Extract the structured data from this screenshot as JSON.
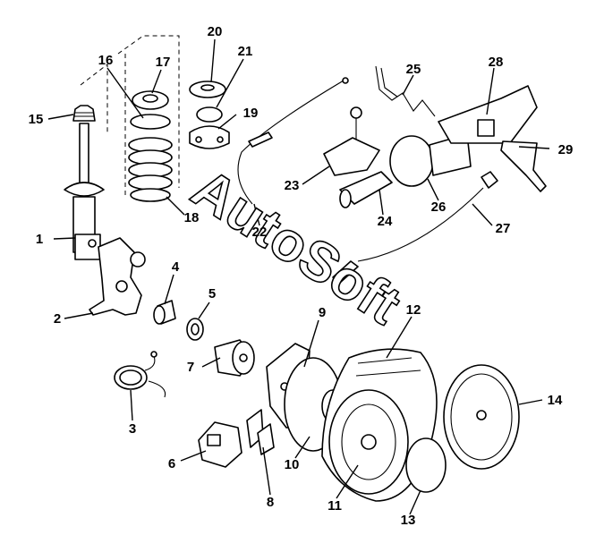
{
  "diagram": {
    "watermark": "AutoSoft",
    "callouts": [
      "1",
      "2",
      "3",
      "4",
      "5",
      "6",
      "7",
      "8",
      "9",
      "10",
      "11",
      "12",
      "13",
      "14",
      "15",
      "16",
      "17",
      "18",
      "19",
      "20",
      "21",
      "22",
      "23",
      "24",
      "25",
      "26",
      "27",
      "28",
      "29"
    ]
  }
}
